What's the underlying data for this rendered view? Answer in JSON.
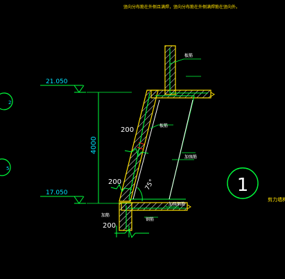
{
  "note": "竖向分布筋在外侧且满焊，竖向分布筋在外侧满焊筋在竖向外。",
  "elevations": {
    "top": "21.050",
    "bottom": "17.050"
  },
  "dimensions": {
    "height": "4000",
    "slab_top": "200",
    "slab_bottom": "200",
    "base": "200"
  },
  "angle": "75°",
  "detail_number": "1",
  "side_labels": [
    "2",
    "5"
  ],
  "labels": {
    "top_rebar": "板筋",
    "wall_rebar": "板筋",
    "inner_rebar": "加强筋",
    "left_rebar": "加筋",
    "mid_rebar": "钢筋",
    "right_rebar": "加强钢筋",
    "right_note": "剪力墙构件"
  },
  "colors": {
    "cyan": "#00e5ff",
    "green": "#00ff3c",
    "yellow": "#ffe100",
    "white": "#ffffff",
    "red": "#ff2020"
  }
}
